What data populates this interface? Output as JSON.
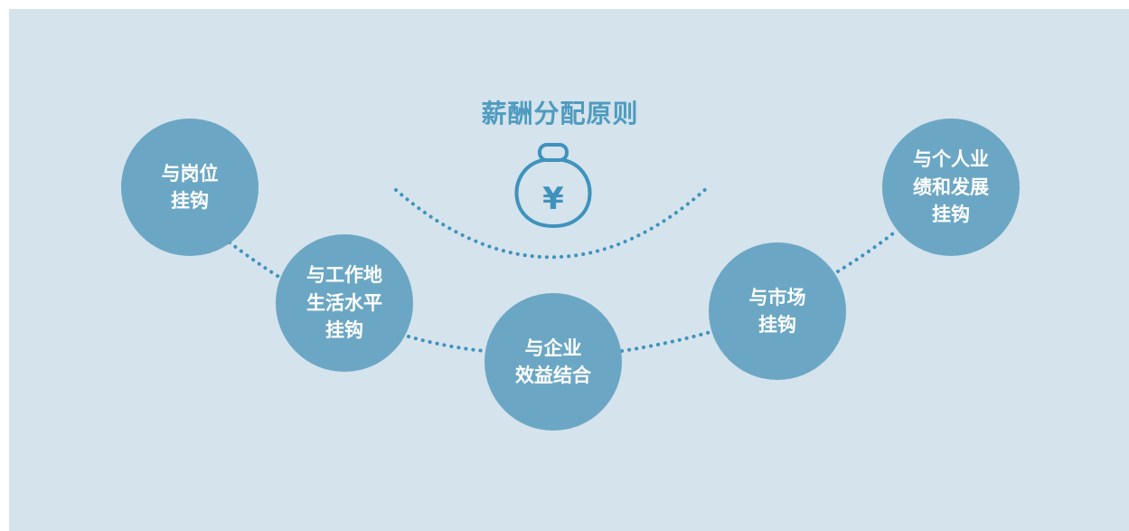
{
  "title": "薪酬分配原则",
  "icon": {
    "name": "money-bag-yen-icon",
    "glyph": "¥"
  },
  "colors": {
    "background": "#d5e3ec",
    "circle": "#6ba7c4",
    "accent": "#3e93bd",
    "label": "#ffffff"
  },
  "nodes": [
    {
      "id": "position",
      "label": "与岗位\n挂钩"
    },
    {
      "id": "living-standard",
      "label": "与工作地\n生活水平\n挂钩"
    },
    {
      "id": "enterprise-benefit",
      "label": "与企业\n效益结合"
    },
    {
      "id": "market",
      "label": "与市场\n挂钩"
    },
    {
      "id": "personal-performance",
      "label": "与个人业\n绩和发展\n挂钩"
    }
  ]
}
